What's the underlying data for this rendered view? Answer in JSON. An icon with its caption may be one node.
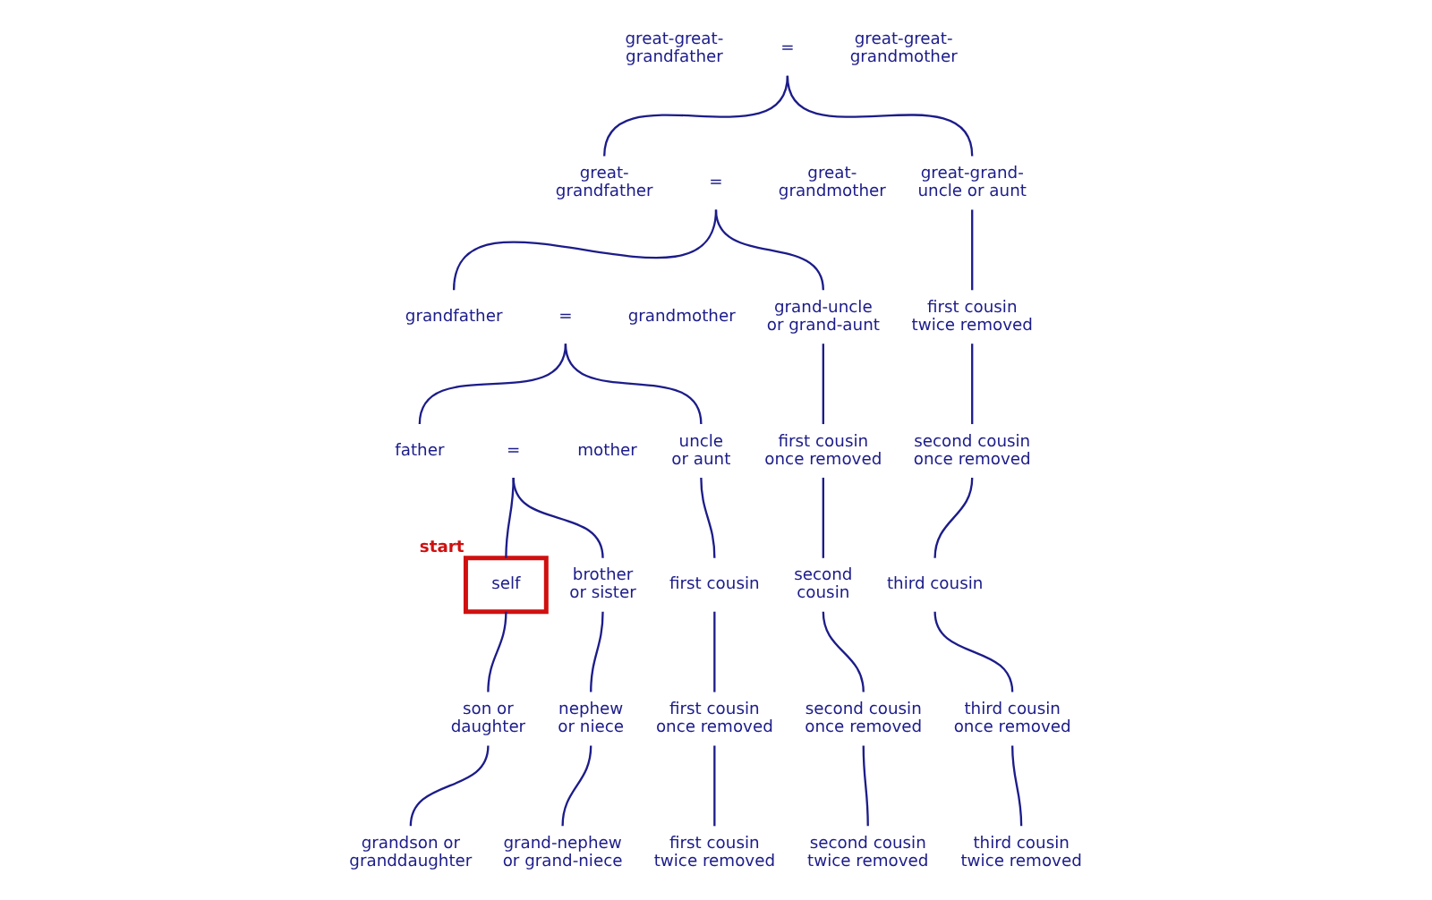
{
  "diagram": {
    "nodes": [
      {
        "text": [
          "great-great- grandfather"
        ]
      },
      {
        "text": [
          "="
        ]
      },
      {
        "text": [
          "great-great- grandmother"
        ]
      },
      {
        "text": [
          "great- grandfather"
        ]
      },
      {
        "text": [
          "="
        ]
      },
      {
        "text": [
          "great- grandmother"
        ]
      },
      {
        "text": [
          "great-grand- uncle or aunt"
        ]
      },
      {
        "text": [
          "grandfather"
        ]
      },
      {
        "text": [
          "="
        ]
      },
      {
        "text": [
          "grandmother"
        ]
      },
      {
        "text": [
          "grand-uncle or grand-aunt"
        ]
      },
      {
        "text": [
          "first cousin twice removed"
        ]
      },
      {
        "text": [
          "father"
        ]
      },
      {
        "text": [
          "="
        ]
      },
      {
        "text": [
          "mother"
        ]
      },
      {
        "text": [
          "uncle or aunt"
        ]
      },
      {
        "text": [
          "first cousin once removed"
        ]
      },
      {
        "text": [
          "second cousin once removed"
        ]
      },
      {
        "text": [
          "self"
        ],
        "beside": [
          "start"
        ]
      },
      {
        "text": [
          "brother or sister"
        ]
      },
      {
        "text": [
          "first cousin"
        ]
      },
      {
        "text": [
          "second cousin"
        ]
      },
      {
        "text": [
          "third cousin"
        ]
      },
      {
        "text": [
          "son or daughter"
        ]
      },
      {
        "text": [
          "nephew or niece"
        ]
      },
      {
        "text": [
          "first cousin once removed"
        ]
      },
      {
        "text": [
          "second cousin once removed"
        ]
      },
      {
        "text": [
          "third cousin once removed"
        ]
      },
      {
        "text": [
          "grandson or granddaughter"
        ]
      },
      {
        "text": [
          "grand-nephew or grand-niece"
        ]
      },
      {
        "text": [
          "first cousin twice removed"
        ]
      },
      {
        "text": [
          "second cousin twice removed"
        ]
      },
      {
        "text": [
          "third cousin twice removed"
        ]
      }
    ],
    "edges": [
      {
        "from": 1,
        "to": 3,
        "arrow": "none"
      },
      {
        "from": 1,
        "to": 6,
        "arrow": "none"
      },
      {
        "from": 4,
        "to": 7,
        "arrow": "none"
      },
      {
        "from": 4,
        "to": 10,
        "arrow": "none"
      },
      {
        "from": 6,
        "to": 11,
        "arrow": "none"
      },
      {
        "from": 8,
        "to": 12,
        "arrow": "none"
      },
      {
        "from": 8,
        "to": 15,
        "arrow": "none"
      },
      {
        "from": 10,
        "to": 16,
        "arrow": "none"
      },
      {
        "from": 11,
        "to": 17,
        "arrow": "none"
      },
      {
        "from": 13,
        "to": 18,
        "arrow": "none"
      },
      {
        "from": 13,
        "to": 19,
        "arrow": "none"
      },
      {
        "from": 15,
        "to": 20,
        "arrow": "none"
      },
      {
        "from": 16,
        "to": 21,
        "arrow": "none"
      },
      {
        "from": 17,
        "to": 22,
        "arrow": "none"
      },
      {
        "from": 18,
        "to": 23,
        "arrow": "none"
      },
      {
        "from": 19,
        "to": 24,
        "arrow": "none"
      },
      {
        "from": 20,
        "to": 25,
        "arrow": "none"
      },
      {
        "from": 21,
        "to": 26,
        "arrow": "none"
      },
      {
        "from": 22,
        "to": 27,
        "arrow": "none"
      },
      {
        "from": 23,
        "to": 28,
        "arrow": "none"
      },
      {
        "from": 24,
        "to": 29,
        "arrow": "none"
      },
      {
        "from": 25,
        "to": 30,
        "arrow": "none"
      },
      {
        "from": 26,
        "to": 31,
        "arrow": "none"
      },
      {
        "from": 27,
        "to": 32,
        "arrow": "none"
      }
    ]
  }
}
